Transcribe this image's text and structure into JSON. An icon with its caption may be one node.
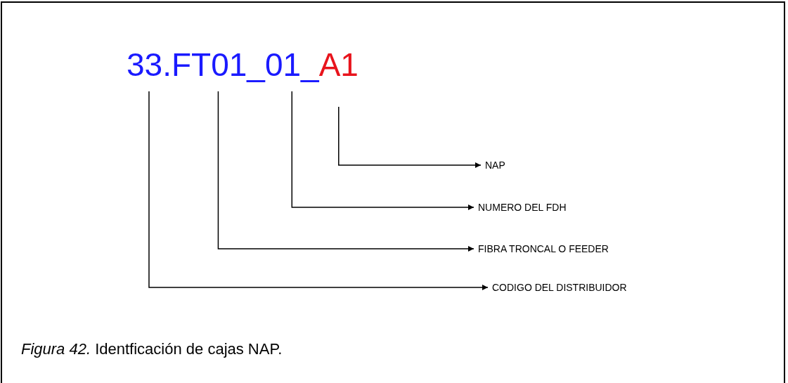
{
  "diagram": {
    "caption": "*Figura 42.* Identficación de cajas NAP.",
    "nodes": [
      {
        "text": [
          "33."
        ]
      },
      {
        "text": [
          "FT01_"
        ]
      },
      {
        "text": [
          "01_"
        ]
      },
      {
        "text": [
          "A1"
        ]
      },
      {
        "text": [
          "NAP"
        ]
      },
      {
        "text": [
          "NUMERO DEL FDH"
        ]
      },
      {
        "text": [
          "FIBRA TRONCAL O FEEDER"
        ]
      },
      {
        "text": [
          "CODIGO DEL DISTRIBUIDOR"
        ]
      }
    ],
    "edges": [
      {
        "from": 3,
        "to": 4,
        "arrow": "to"
      },
      {
        "from": 2,
        "to": 5,
        "arrow": "to"
      },
      {
        "from": 1,
        "to": 6,
        "arrow": "to"
      },
      {
        "from": 0,
        "to": 7,
        "arrow": "to"
      }
    ]
  }
}
